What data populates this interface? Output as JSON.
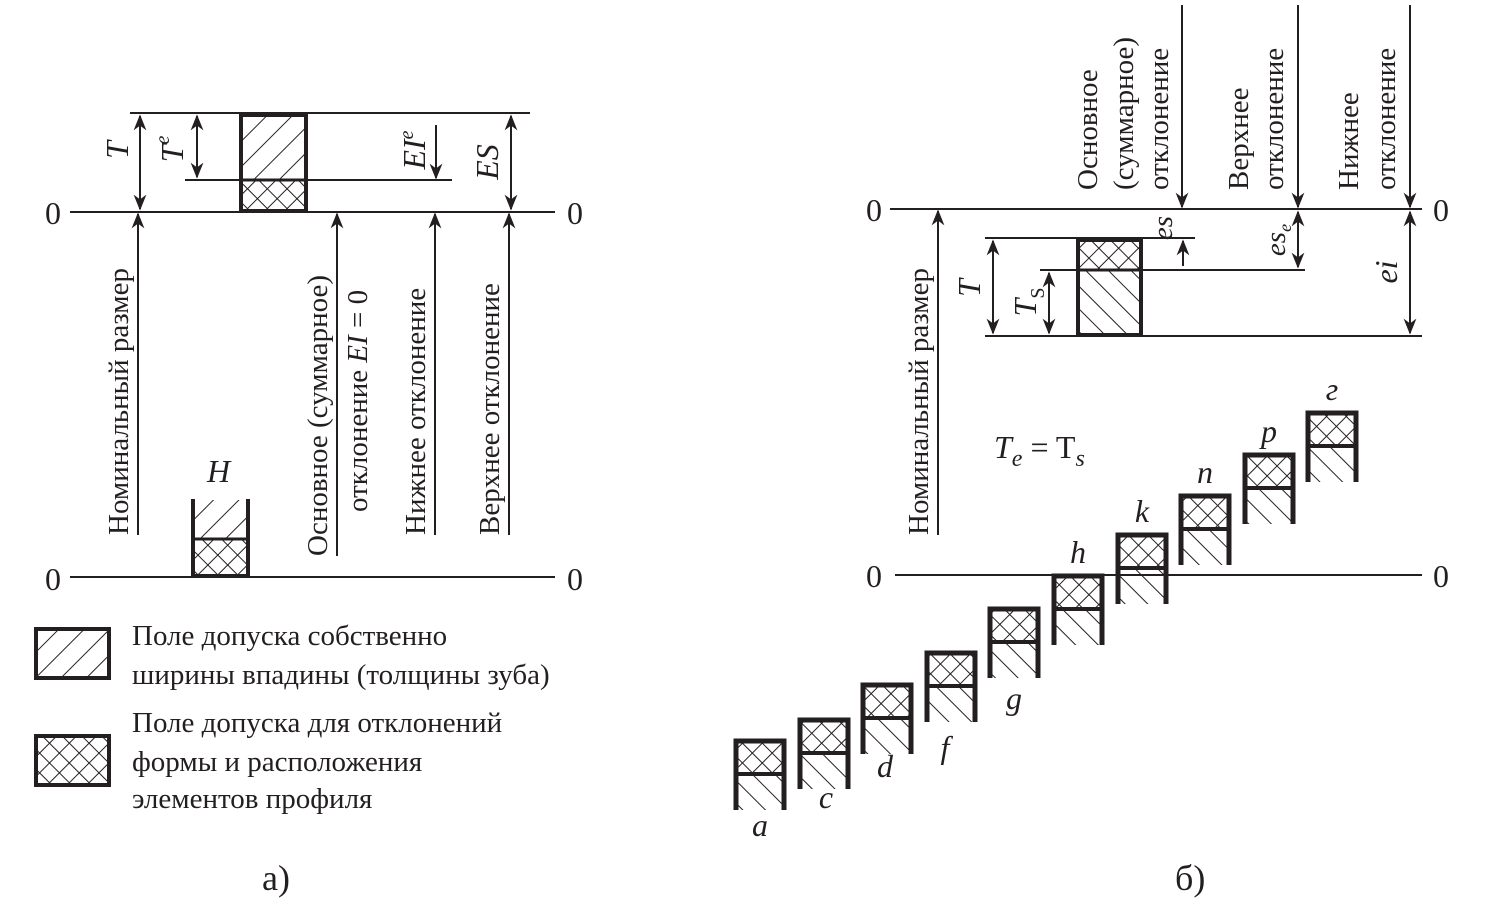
{
  "figure_a": {
    "caption": "а)",
    "zero_left": "0",
    "zero_right": "0",
    "bottom_zero_left": "0",
    "bottom_zero_right": "0",
    "dim_T": "T",
    "dim_Te": "T",
    "dim_Te_sub": "e",
    "dim_EIe": "EI",
    "dim_EIe_sub": "e",
    "dim_ES": "ES",
    "nominal_size": "Номинальный размер",
    "basic_dev_line1": "Основное (суммарное)",
    "basic_dev_line2": "отклонение ",
    "basic_dev_EI": "EI",
    "basic_dev_eq": " = 0",
    "lower_dev": "Нижнее отклонение",
    "upper_dev": "Верхнее отклонение",
    "H_label": "H"
  },
  "legend": {
    "item1_line1": "Поле допуска собственно",
    "item1_line2": "ширины впадины (толщины зуба)",
    "item2_line1": "Поле допуска для отклонений",
    "item2_line2": "формы и расположения",
    "item2_line3": "элементов профиля"
  },
  "figure_b": {
    "caption": "б)",
    "zero_left": "0",
    "zero_right": "0",
    "bottom_zero_left": "0",
    "bottom_zero_right": "0",
    "basic_dev_line1": "Основное",
    "basic_dev_line2": "(суммарное)",
    "basic_dev_line3": "отклонение",
    "upper_dev_line1": "Верхнее",
    "upper_dev_line2": "отклонение",
    "lower_dev_line1": "Нижнее",
    "lower_dev_line2": "отклонение",
    "nominal_size": "Номинальный размер",
    "dim_es": "es",
    "dim_ese": "es",
    "dim_ese_sub": "e",
    "dim_ei": "ei",
    "dim_T": "T",
    "dim_Ts": "T",
    "dim_Ts_sub": "S",
    "equation_T": "T",
    "equation_e": "e",
    "equation_eq": " = T",
    "equation_s": "s",
    "fields": [
      "a",
      "c",
      "d",
      "f",
      "g",
      "h",
      "k",
      "n",
      "p",
      "г"
    ]
  }
}
